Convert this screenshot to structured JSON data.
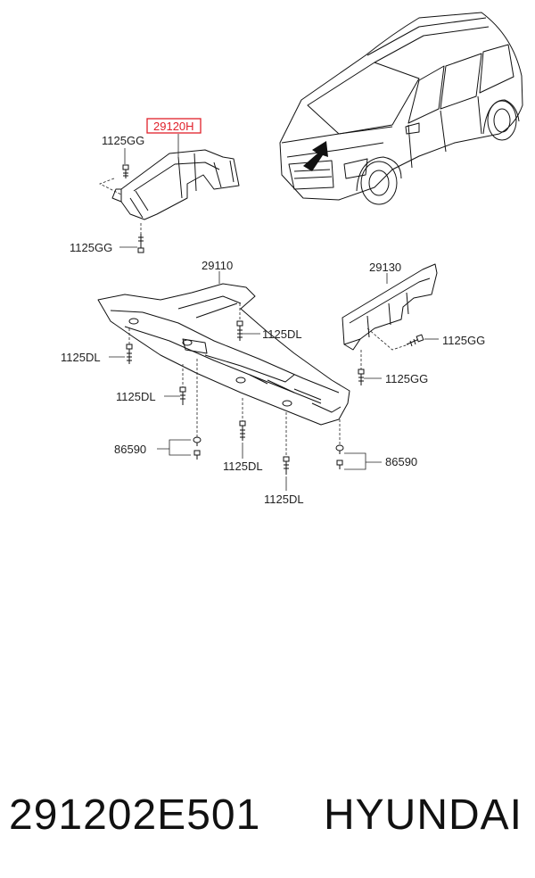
{
  "diagram": {
    "highlighted_part": "29120H",
    "highlight_color": "#e0202a",
    "labels": {
      "p29120": "29120H",
      "p29110": "29110",
      "p29130": "29130",
      "gg_a": "1125GG",
      "gg_b": "1125GG",
      "gg_c": "1125GG",
      "gg_d": "1125GG",
      "dl_a": "1125DL",
      "dl_b": "1125DL",
      "dl_c": "1125DL",
      "dl_d": "1125DL",
      "dl_e": "1125DL",
      "c865_a": "86590",
      "c865_b": "86590"
    }
  },
  "caption": {
    "part_number": "291202E501",
    "brand": "HYUNDAI"
  }
}
